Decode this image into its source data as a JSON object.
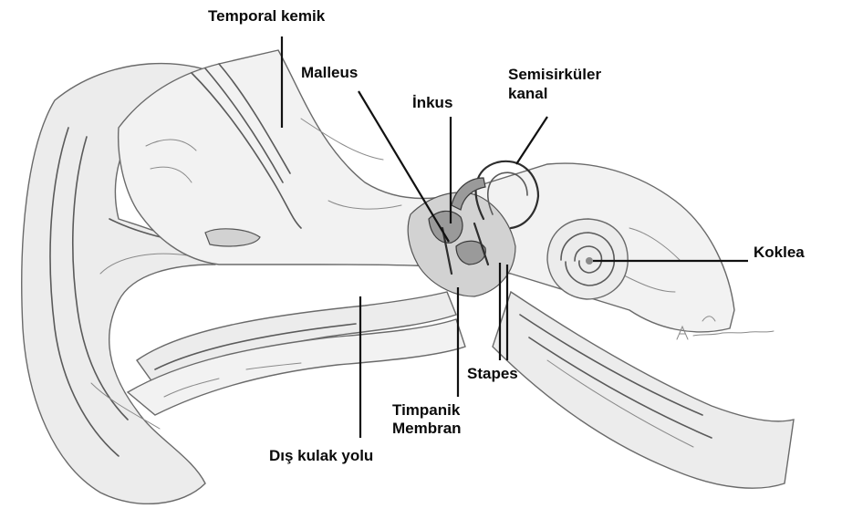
{
  "labels": {
    "temporal_kemik": "Temporal kemik",
    "malleus": "Malleus",
    "inkus": "İnkus",
    "semisirkuler_line1": "Semisirküler",
    "semisirkuler_line2": "kanal",
    "koklea": "Koklea",
    "stapes": "Stapes",
    "timpanik_line1": "Timpanik",
    "timpanik_line2": "Membran",
    "dis_kulak_yolu": "Dış kulak yolu"
  },
  "signature": "A. ERTEKIN"
}
